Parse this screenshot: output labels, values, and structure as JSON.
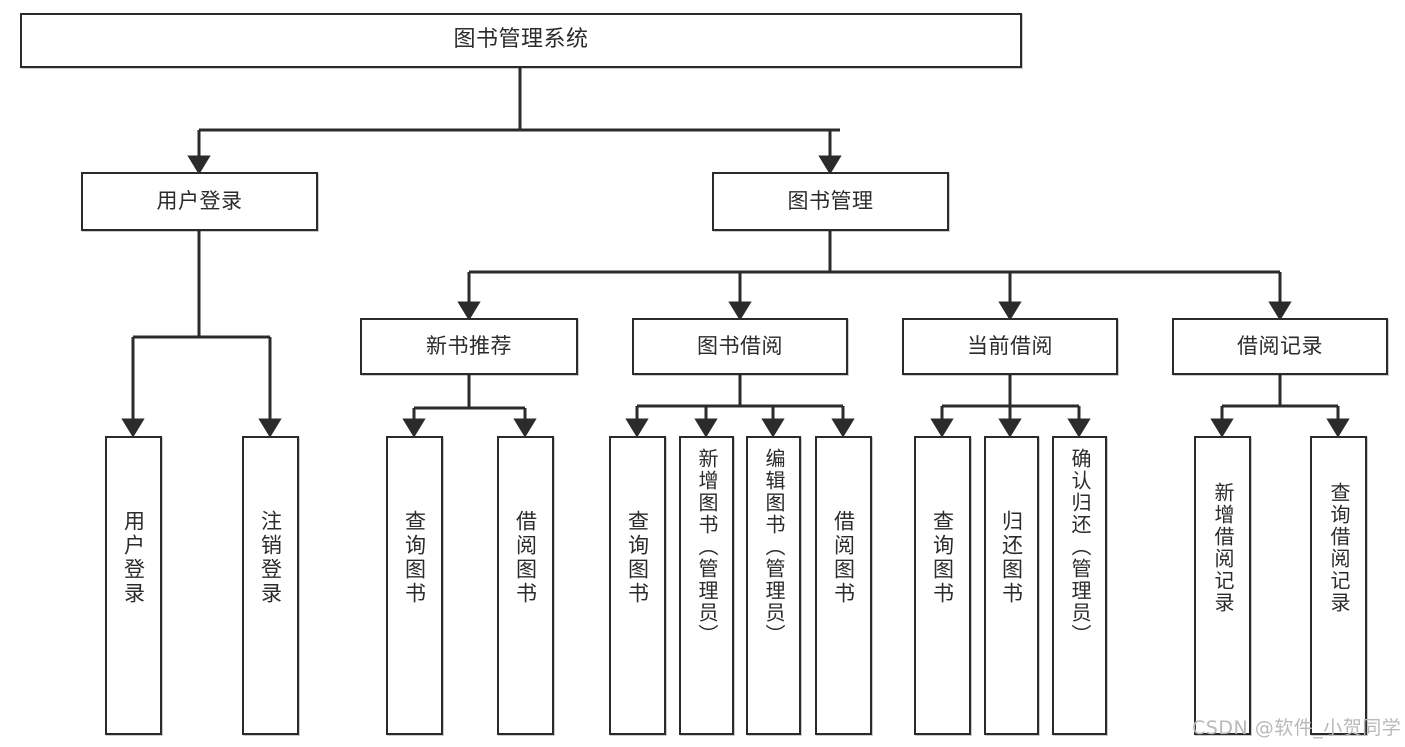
{
  "diagram": {
    "title": "图书管理系统",
    "type": "tree-hierarchy",
    "stroke_color": "#2b2b2b",
    "fill_color": "#ffffff",
    "text_color": "#2b2b2b"
  },
  "root": {
    "label": "图书管理系统"
  },
  "level2": [
    {
      "label": "用户登录"
    },
    {
      "label": "图书管理"
    }
  ],
  "level3": [
    {
      "label": "新书推荐"
    },
    {
      "label": "图书借阅"
    },
    {
      "label": "当前借阅"
    },
    {
      "label": "借阅记录"
    }
  ],
  "leaves": {
    "user_login": [
      {
        "label": "用户登录"
      },
      {
        "label": "注销登录"
      }
    ],
    "new_book_recommend": [
      {
        "label": "查询图书"
      },
      {
        "label": "借阅图书"
      }
    ],
    "book_borrow": [
      {
        "label": "查询图书"
      },
      {
        "label": "新增图书（管理员）"
      },
      {
        "label": "编辑图书（管理员）"
      },
      {
        "label": "借阅图书"
      }
    ],
    "current_borrow": [
      {
        "label": "查询图书"
      },
      {
        "label": "归还图书"
      },
      {
        "label": "确认归还（管理员）"
      }
    ],
    "borrow_record": [
      {
        "label": "新增借阅记录"
      },
      {
        "label": "查询借阅记录"
      }
    ]
  },
  "watermark": {
    "text": "CSDN @软件_小贺同学"
  }
}
